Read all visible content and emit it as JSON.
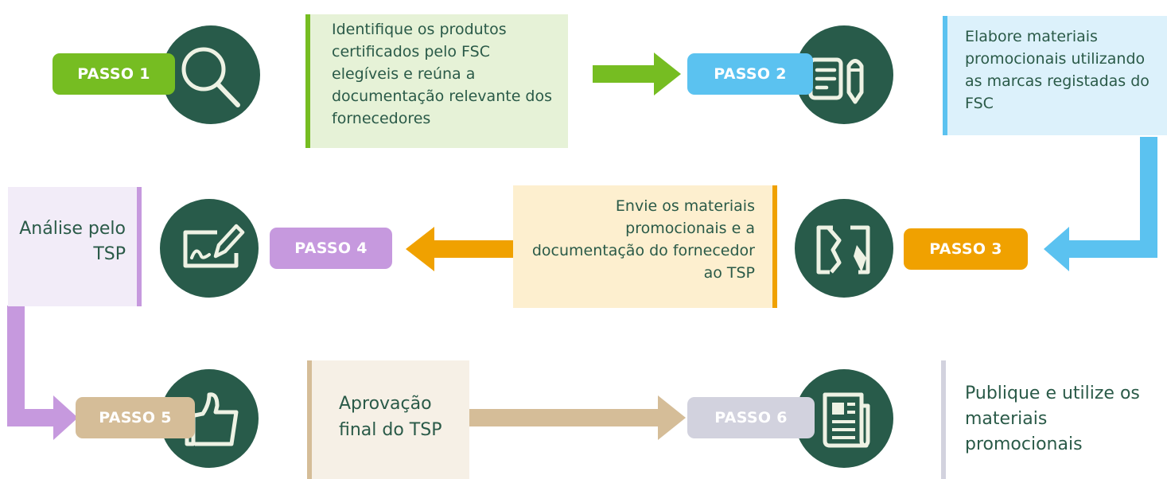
{
  "colors": {
    "dark_green": "#285b4a",
    "step1": "#76bd22",
    "step2": "#5bc2f0",
    "step3": "#f0a100",
    "step4": "#c699de",
    "step5": "#d5bd98",
    "step6": "#d2d2de"
  },
  "steps": [
    {
      "label": "PASSO 1",
      "icon": "magnifier-icon",
      "text": "Identifique os produtos certificados pelo FSC elegíveis e reúna a documentação relevante dos fornecedores"
    },
    {
      "label": "PASSO 2",
      "icon": "document-pencil-icon",
      "text": "Elabore materiais promocionais utilizando as marcas registadas do FSC"
    },
    {
      "label": "PASSO 3",
      "icon": "exchange-icon",
      "text": "Envie os materiais promocionais e a documentação do fornecedor ao TSP"
    },
    {
      "label": "PASSO 4",
      "icon": "signature-icon",
      "text": "Análise pelo TSP"
    },
    {
      "label": "PASSO 5",
      "icon": "thumbs-up-icon",
      "text": "Aprovação final do TSP"
    },
    {
      "label": "PASSO 6",
      "icon": "newspaper-icon",
      "text": "Publique e utilize os materiais promocionais"
    }
  ]
}
